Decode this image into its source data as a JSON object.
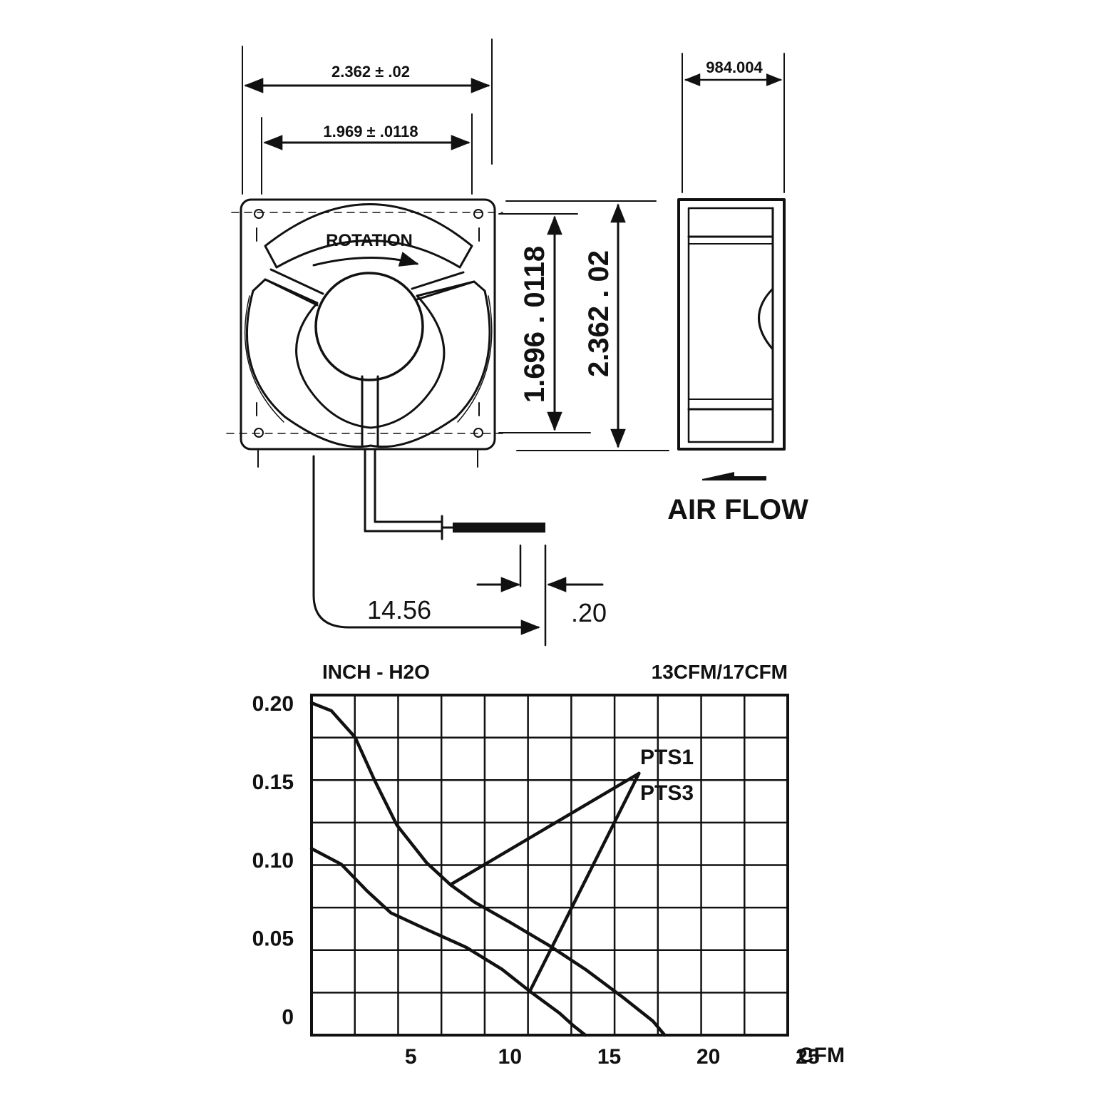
{
  "drawing": {
    "dim_overall_width": "2.362 ± .02",
    "dim_venturi_width": "1.969 ± .0118",
    "dim_depth": "984.004",
    "dim_hole_spacing": "1.696 . 0118",
    "dim_overall_height": "2.362 . 02",
    "rotation_label": "ROTATION",
    "airflow_label": "AIR FLOW",
    "lead_length": "14.56",
    "lead_strip": ".20"
  },
  "chart_data": {
    "type": "line",
    "ylabel": "INCH - H2O",
    "title": "13CFM/17CFM",
    "xlabel": "CFM",
    "x_ticks": [
      5,
      10,
      15,
      20,
      25
    ],
    "y_ticks": [
      0,
      0.05,
      0.1,
      0.15,
      0.2
    ],
    "y_tick_labels": [
      "0",
      "0.05",
      "0.10",
      "0.15",
      "0.20"
    ],
    "xlim": [
      0,
      24
    ],
    "ylim": [
      -0.012,
      0.205
    ],
    "grid": true,
    "annotations": [
      "PTS1",
      "PTS3"
    ],
    "series": [
      {
        "values": [
          [
            0,
            0.2
          ],
          [
            1.0,
            0.195
          ],
          [
            2.2,
            0.178
          ],
          [
            3.2,
            0.15
          ],
          [
            4.3,
            0.122
          ],
          [
            5.8,
            0.098
          ],
          [
            7.0,
            0.084
          ],
          [
            8.2,
            0.073
          ],
          [
            10.0,
            0.06
          ],
          [
            12.0,
            0.045
          ],
          [
            13.8,
            0.03
          ],
          [
            15.7,
            0.012
          ],
          [
            17.2,
            -0.003
          ],
          [
            17.8,
            -0.012
          ]
        ]
      },
      {
        "values": [
          [
            0,
            0.107
          ],
          [
            1.5,
            0.097
          ],
          [
            2.8,
            0.08
          ],
          [
            4.0,
            0.066
          ],
          [
            5.7,
            0.056
          ],
          [
            7.8,
            0.044
          ],
          [
            9.6,
            0.03
          ],
          [
            11.0,
            0.016
          ],
          [
            12.5,
            0.002
          ],
          [
            13.2,
            -0.006
          ],
          [
            13.8,
            -0.012
          ]
        ]
      },
      {
        "values": [
          [
            7.0,
            0.084
          ],
          [
            16.5,
            0.155
          ]
        ]
      },
      {
        "values": [
          [
            11.0,
            0.016
          ],
          [
            16.5,
            0.155
          ]
        ]
      }
    ]
  }
}
